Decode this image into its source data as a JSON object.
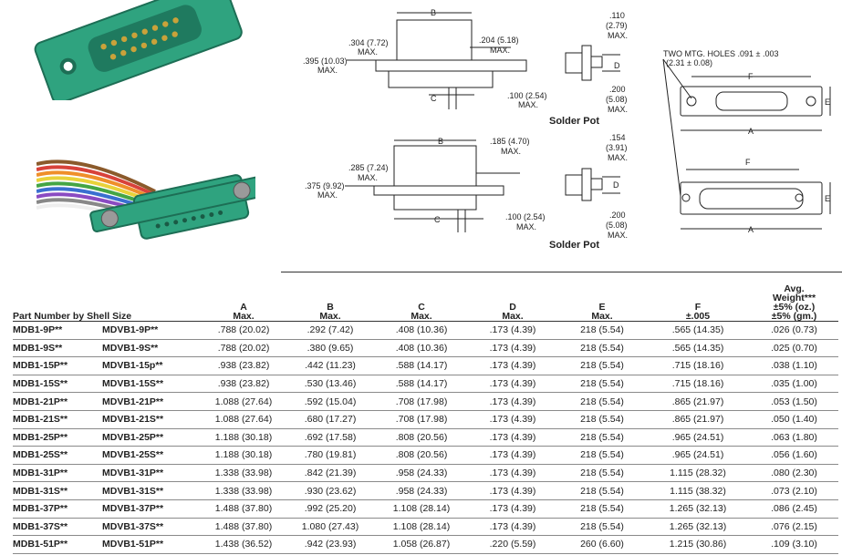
{
  "diagram": {
    "top": {
      "dim_b": "B",
      "dim_c": "C",
      "dim_d": "D",
      "dim_304": ".304 (7.72)",
      "dim_304_max": "MAX.",
      "dim_395": ".395 (10.03)",
      "dim_395_max": "MAX.",
      "dim_204": ".204 (5.18)",
      "dim_204_max": "MAX.",
      "dim_100": ".100 (2.54)",
      "dim_100_max": "MAX.",
      "dim_110": ".110",
      "dim_110_mm": "(2.79)",
      "dim_110_max": "MAX.",
      "dim_200": ".200",
      "dim_200_mm": "(5.08)",
      "dim_200_max": "MAX.",
      "solder_pot": "Solder Pot"
    },
    "bottom": {
      "dim_b": "B",
      "dim_c": "C",
      "dim_d": "D",
      "dim_285": ".285 (7.24)",
      "dim_285_max": "MAX.",
      "dim_375": ".375 (9.92)",
      "dim_375_max": "MAX.",
      "dim_185": ".185 (4.70)",
      "dim_185_max": "MAX.",
      "dim_100": ".100 (2.54)",
      "dim_100_max": "MAX.",
      "dim_154": ".154",
      "dim_154_mm": "(3.91)",
      "dim_154_max": "MAX.",
      "dim_200": ".200",
      "dim_200_mm": "(5.08)",
      "dim_200_max": "MAX.",
      "solder_pot": "Solder Pot"
    },
    "mounting": {
      "holes_line1": "TWO MTG. HOLES .091 ± .003",
      "holes_line2": "(2.31 ± 0.08)",
      "dim_f": "F",
      "dim_a": "A",
      "dim_e": "E"
    }
  },
  "table": {
    "headers": {
      "part": "Part Number by Shell Size",
      "a": "A",
      "a_sub": "Max.",
      "b": "B",
      "b_sub": "Max.",
      "c": "C",
      "c_sub": "Max.",
      "d": "D",
      "d_sub": "Max.",
      "e": "E",
      "e_sub": "Max.",
      "f": "F",
      "f_sub": "±.005",
      "w1": "Avg.",
      "w2": "Weight***",
      "w3": "±5% (oz.)",
      "w4": "±5% (gm.)"
    },
    "rows": [
      {
        "p1": "MDB1-9P**",
        "p2": "MDVB1-9P**",
        "a": ".788 (20.02)",
        "b": ".292 (7.42)",
        "c": ".408 (10.36)",
        "d": ".173 (4.39)",
        "e": "218 (5.54)",
        "f": ".565 (14.35)",
        "w": ".026 (0.73)"
      },
      {
        "p1": "MDB1-9S**",
        "p2": "MDVB1-9S**",
        "a": ".788 (20.02)",
        "b": ".380 (9.65)",
        "c": ".408 (10.36)",
        "d": ".173 (4.39)",
        "e": "218 (5.54)",
        "f": ".565 (14.35)",
        "w": ".025 (0.70)"
      },
      {
        "p1": "MDB1-15P**",
        "p2": "MDVB1-15p**",
        "a": ".938 (23.82)",
        "b": ".442 (11.23)",
        "c": ".588 (14.17)",
        "d": ".173 (4.39)",
        "e": "218 (5.54)",
        "f": ".715 (18.16)",
        "w": ".038 (1.10)"
      },
      {
        "p1": "MDB1-15S**",
        "p2": "MDVB1-15S**",
        "a": ".938 (23.82)",
        "b": ".530 (13.46)",
        "c": ".588 (14.17)",
        "d": ".173 (4.39)",
        "e": "218 (5.54)",
        "f": ".715 (18.16)",
        "w": ".035 (1.00)"
      },
      {
        "p1": "MDB1-21P**",
        "p2": "MDVB1-21P**",
        "a": "1.088 (27.64)",
        "b": ".592 (15.04)",
        "c": ".708 (17.98)",
        "d": ".173 (4.39)",
        "e": "218 (5.54)",
        "f": ".865 (21.97)",
        "w": ".053 (1.50)"
      },
      {
        "p1": "MDB1-21S**",
        "p2": "MDVB1-21S**",
        "a": "1.088 (27.64)",
        "b": ".680 (17.27)",
        "c": ".708 (17.98)",
        "d": ".173 (4.39)",
        "e": "218 (5.54)",
        "f": ".865 (21.97)",
        "w": ".050 (1.40)"
      },
      {
        "p1": "MDB1-25P**",
        "p2": "MDVB1-25P**",
        "a": "1.188 (30.18)",
        "b": ".692 (17.58)",
        "c": ".808 (20.56)",
        "d": ".173 (4.39)",
        "e": "218 (5.54)",
        "f": ".965 (24.51)",
        "w": ".063 (1.80)"
      },
      {
        "p1": "MDB1-25S**",
        "p2": "MDVB1-25S**",
        "a": "1.188 (30.18)",
        "b": ".780 (19.81)",
        "c": ".808 (20.56)",
        "d": ".173 (4.39)",
        "e": "218 (5.54)",
        "f": ".965 (24.51)",
        "w": ".056 (1.60)"
      },
      {
        "p1": "MDB1-31P**",
        "p2": "MDVB1-31P**",
        "a": "1.338 (33.98)",
        "b": ".842 (21.39)",
        "c": ".958 (24.33)",
        "d": ".173 (4.39)",
        "e": "218 (5.54)",
        "f": "1.115 (28.32)",
        "w": ".080 (2.30)"
      },
      {
        "p1": "MDB1-31S**",
        "p2": "MDVB1-31S**",
        "a": "1.338 (33.98)",
        "b": ".930 (23.62)",
        "c": ".958 (24.33)",
        "d": ".173 (4.39)",
        "e": "218 (5.54)",
        "f": "1.115 (38.32)",
        "w": ".073 (2.10)"
      },
      {
        "p1": "MDB1-37P**",
        "p2": "MDVB1-37P**",
        "a": "1.488 (37.80)",
        "b": ".992 (25.20)",
        "c": "1.108 (28.14)",
        "d": ".173 (4.39)",
        "e": "218 (5.54)",
        "f": "1.265 (32.13)",
        "w": ".086 (2.45)"
      },
      {
        "p1": "MDB1-37S**",
        "p2": "MDVB1-37S**",
        "a": "1.488 (37.80)",
        "b": "1.080 (27.43)",
        "c": "1.108 (28.14)",
        "d": ".173 (4.39)",
        "e": "218 (5.54)",
        "f": "1.265 (32.13)",
        "w": ".076 (2.15)"
      },
      {
        "p1": "MDB1-51P**",
        "p2": "MDVB1-51P**",
        "a": "1.438 (36.52)",
        "b": ".942 (23.93)",
        "c": "1.058 (26.87)",
        "d": ".220 (5.59)",
        "e": "260 (6.60)",
        "f": "1.215 (30.86)",
        "w": ".109 (3.10)"
      }
    ]
  },
  "colors": {
    "connector_green": "#2fa37f",
    "pin_gold": "#c9a23a"
  }
}
